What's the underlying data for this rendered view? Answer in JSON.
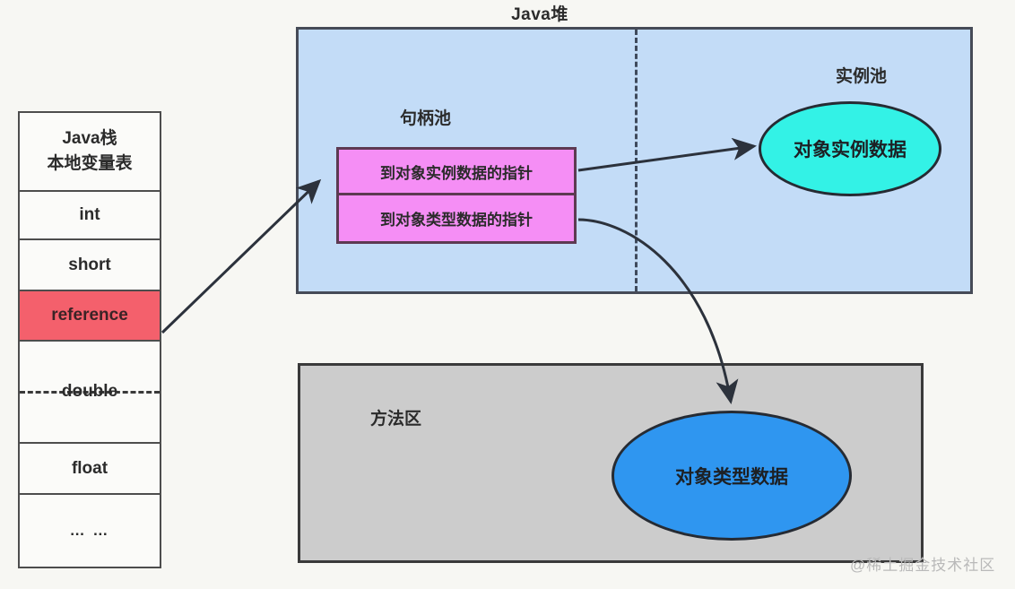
{
  "diagram": {
    "title": "Java堆",
    "watermark": "@稀土掘金技术社区"
  },
  "stack": {
    "name": "Java栈 本地变量表",
    "rows": [
      {
        "label_line1": "Java栈",
        "label_line2": "本地变量表",
        "kind": "header"
      },
      {
        "label": "int",
        "kind": "slot"
      },
      {
        "label": "short",
        "kind": "slot"
      },
      {
        "label": "reference",
        "kind": "highlight",
        "color": "#f4606c"
      },
      {
        "label": "double",
        "kind": "double-slot"
      },
      {
        "label": "float",
        "kind": "slot"
      },
      {
        "label": "… …",
        "kind": "ellipsis"
      }
    ]
  },
  "heap": {
    "handle_pool_label": "句柄池",
    "instance_pool_label": "实例池",
    "handle_entries": [
      "到对象实例数据的指针",
      "到对象类型数据的指针"
    ],
    "instance_object_label": "对象实例数据",
    "color": "#c3dcf7",
    "handle_color": "#f58ef5",
    "instance_color": "#33f2e6"
  },
  "method_area": {
    "label": "方法区",
    "class_object_label": "对象类型数据",
    "color": "#cccccc",
    "class_object_color": "#2f96f0"
  }
}
